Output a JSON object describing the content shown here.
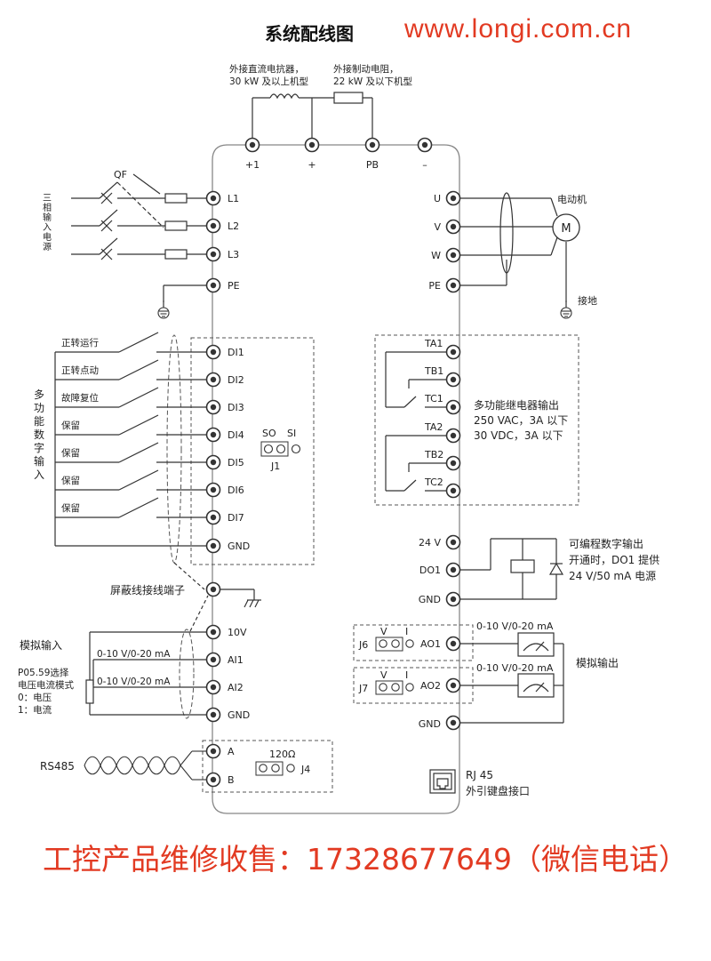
{
  "header": {
    "title": "系统配线图",
    "url": "www.longi.com.cn"
  },
  "footer": {
    "text": "工控产品维修收售：17328677649（微信电话）"
  },
  "top": {
    "reactor_note": [
      "外接直流电抗器，",
      "30 kW 及以上机型"
    ],
    "brake_note": [
      "外接制动电阻，",
      "22 kW 及以下机型"
    ],
    "terminals": [
      "+1",
      "+",
      "PB",
      "–"
    ]
  },
  "power_input": {
    "qf": "QF",
    "label_chars": [
      "三",
      "相",
      "输",
      "入",
      "电",
      "源"
    ],
    "terminals": [
      "L1",
      "L2",
      "L3",
      "PE"
    ]
  },
  "motor": {
    "terminals": [
      "U",
      "V",
      "W",
      "PE"
    ],
    "motor_label": "电动机",
    "motor_symbol": "M",
    "ground_label": "接地"
  },
  "digital_inputs": {
    "group_label_chars": [
      "多",
      "功",
      "能",
      "数",
      "字",
      "输",
      "入"
    ],
    "switches": [
      "正转运行",
      "正转点动",
      "故障复位",
      "保留",
      "保留",
      "保留",
      "保留"
    ],
    "terminals": [
      "DI1",
      "DI2",
      "DI3",
      "DI4",
      "DI5",
      "DI6",
      "DI7",
      "GND"
    ],
    "j1": {
      "so": "SO",
      "si": "SI",
      "name": "J1"
    }
  },
  "relay": {
    "terminals": [
      "TA1",
      "TB1",
      "TC1",
      "TA2",
      "TB2",
      "TC2"
    ],
    "desc": [
      "多功能继电器输出",
      "250 VAC，3A 以下",
      "30 VDC，3A 以下"
    ]
  },
  "do": {
    "terminals": [
      "24 V",
      "DO1",
      "GND"
    ],
    "desc": [
      "可编程数字输出",
      "开通时，DO1 提供",
      "24 V/50 mA 电源"
    ]
  },
  "shield": {
    "label": "屏蔽线接线端子"
  },
  "analog_input": {
    "label": "模拟输入",
    "note": [
      "P05.59选择",
      "电压电流模式",
      "0：电压",
      "1：电流"
    ],
    "terminals": [
      "10V",
      "AI1",
      "AI2",
      "GND"
    ],
    "range1": "0-10 V/0-20 mA",
    "range2": "0-10 V/0-20 mA"
  },
  "analog_output": {
    "label": "模拟输出",
    "terminals": [
      "AO1",
      "AO2",
      "GND"
    ],
    "range1": "0-10 V/0-20 mA",
    "range2": "0-10 V/0-20 mA",
    "j6": {
      "name": "J6",
      "v": "V",
      "i": "I"
    },
    "j7": {
      "name": "J7",
      "v": "V",
      "i": "I"
    }
  },
  "rs485": {
    "label": "RS485",
    "terminals": [
      "A",
      "B"
    ],
    "j4": {
      "res": "120Ω",
      "name": "J4"
    }
  },
  "rj45": {
    "lines": [
      "RJ 45",
      "外引键盘接口"
    ]
  }
}
